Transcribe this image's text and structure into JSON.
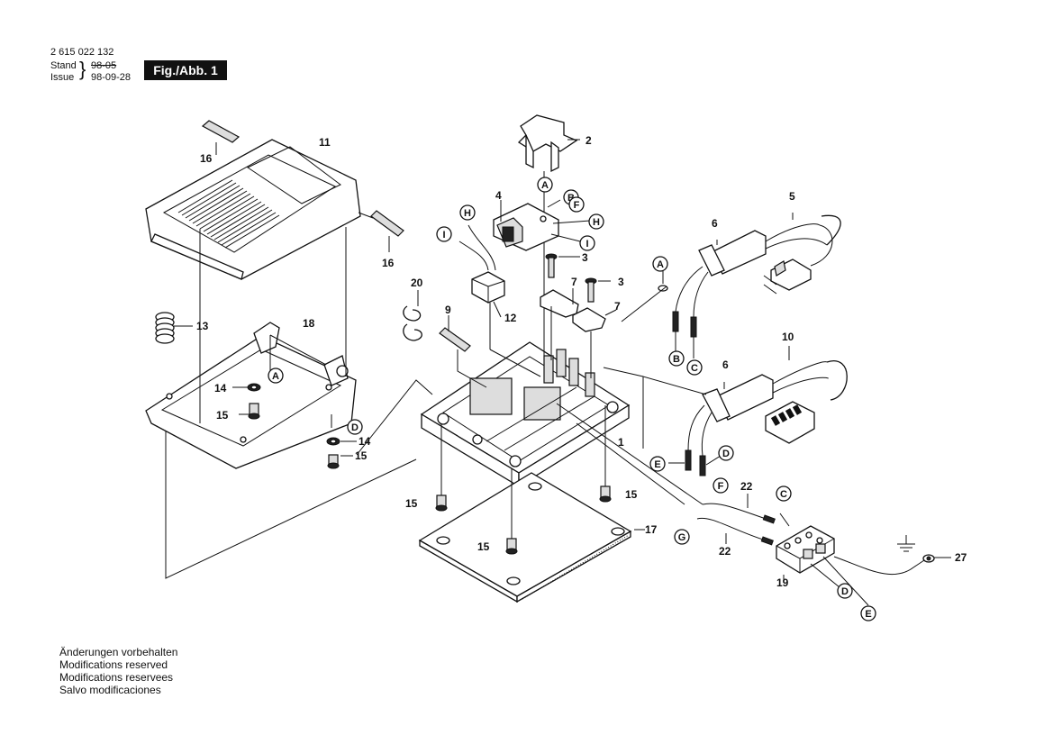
{
  "header": {
    "part_number": "2 615 022 132",
    "stand_label": "Stand",
    "issue_label": "Issue",
    "old_date": "98-05",
    "new_date": "98-09-28",
    "figure": "Fig./Abb. 1"
  },
  "footer": {
    "lines": [
      "Änderungen vorbehalten",
      "Modifications reserved",
      "Modifications reservees",
      "Salvo modificaciones"
    ]
  },
  "callouts": {
    "n1": "1",
    "n2": "2",
    "n3a": "3",
    "n3b": "3",
    "n4": "4",
    "n5": "5",
    "n6a": "6",
    "n6b": "6",
    "n7a": "7",
    "n7b": "7",
    "n9": "9",
    "n10": "10",
    "n11": "11",
    "n12": "12",
    "n13": "13",
    "n14a": "14",
    "n14b": "14",
    "n15a": "15",
    "n15b": "15",
    "n15c": "15",
    "n15d": "15",
    "n15e": "15",
    "n16a": "16",
    "n16b": "16",
    "n17": "17",
    "n18": "18",
    "n19": "19",
    "n20": "20",
    "n22a": "22",
    "n22b": "22",
    "n27": "27"
  },
  "connectors": {
    "A1": "A",
    "A2": "A",
    "A3": "A",
    "B1": "B",
    "B2": "B",
    "C1": "C",
    "C2": "C",
    "D1": "D",
    "D2": "D",
    "D3": "D",
    "E1": "E",
    "E2": "E",
    "F1": "F",
    "F2": "F",
    "G1": "G",
    "H1": "H",
    "H2": "H",
    "I1": "I",
    "I2": "I"
  }
}
